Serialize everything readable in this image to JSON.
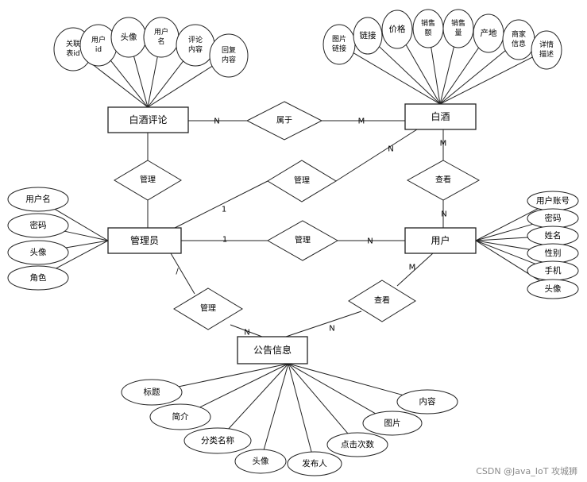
{
  "entities": {
    "comment": "白酒评论",
    "liquor": "白酒",
    "admin": "管理员",
    "user": "用户",
    "notice": "公告信息"
  },
  "relationships": {
    "belongs": "属于",
    "manage_comment": "管理",
    "manage_liquor": "管理",
    "view_liquor": "查看",
    "manage_user": "管理",
    "manage_notice": "管理",
    "view_notice": "查看"
  },
  "cardinalities": {
    "comment_belongs": "N",
    "belongs_liquor": "M",
    "admin_liquor_admin": "1",
    "admin_liquor_liquor": "N",
    "liquor_view": "M",
    "view_user": "N",
    "admin_user_admin": "1",
    "admin_user_user": "N",
    "admin_notice_admin": "/",
    "admin_notice_notice": "N",
    "user_notice_user": "M",
    "user_notice_notice": "N"
  },
  "attributes": {
    "comment": [
      [
        "关联",
        "表id"
      ],
      [
        "用户",
        "id"
      ],
      [
        "头像"
      ],
      [
        "用户",
        "名"
      ],
      [
        "评论",
        "内容"
      ],
      [
        "回复",
        "内容"
      ]
    ],
    "liquor": [
      [
        "图片",
        "链接"
      ],
      [
        "链接"
      ],
      [
        "价格"
      ],
      [
        "销售",
        "额"
      ],
      [
        "销售",
        "量"
      ],
      [
        "产地"
      ],
      [
        "商家",
        "信息"
      ],
      [
        "详情",
        "描述"
      ]
    ],
    "admin": [
      "用户名",
      "密码",
      "头像",
      "角色"
    ],
    "user": [
      "用户账号",
      "密码",
      "姓名",
      "性别",
      "手机",
      "头像"
    ],
    "notice": [
      "标题",
      "简介",
      "分类名称",
      "头像",
      "发布人",
      "点击次数",
      "图片",
      "内容"
    ]
  },
  "watermark": "CSDN @Java_IoT 攻城狮"
}
